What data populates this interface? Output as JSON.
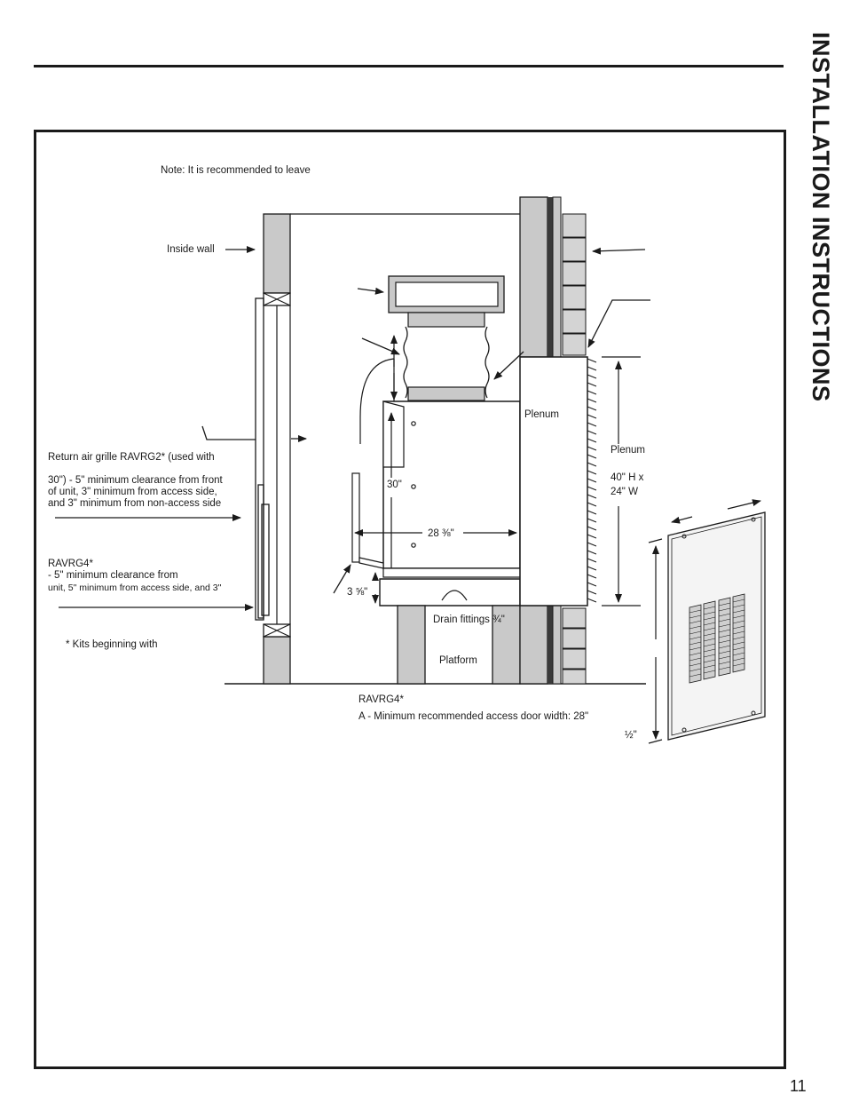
{
  "header": {
    "section_title": "INSTALLATION INSTRUCTIONS"
  },
  "page_number": "11",
  "diagram": {
    "note": "Note: It is recommended to leave",
    "inside_wall": "Inside wall",
    "return_grille": "Return air grille RAVRG2* (used with",
    "ravrg2_clearance_1": "30\") - 5\" minimum clearance from front",
    "ravrg2_clearance_2": "of unit, 3\" minimum from access side,",
    "ravrg2_clearance_3": "and 3\" minimum from non-access side",
    "ravrg4_label": "RAVRG4*",
    "ravrg4_clearance_1": "- 5\" minimum clearance from",
    "ravrg4_clearance_2": "unit, 5\" minimum from access side, and 3\"",
    "kits_note": "* Kits beginning with",
    "plenum_inner": "Plenum",
    "plenum_outer": "Plenum",
    "plenum_size_h": "40\" H x",
    "plenum_size_w": "24\" W",
    "dim_30": "30\"",
    "dim_28": "28 ⅜\"",
    "dim_3": "3 ⅝\"",
    "drain_fittings": "Drain fittings ¾\"",
    "platform": "Platform",
    "ravrg4_bottom": "RAVRG4*",
    "access_door": "A - Minimum recommended access door width: 28\"",
    "half_inch": "½\""
  }
}
